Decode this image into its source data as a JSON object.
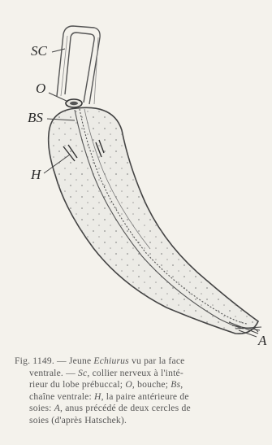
{
  "figure": {
    "labels": {
      "sc": "SC",
      "o": "O",
      "bs": "BS",
      "h": "H",
      "a": "A"
    }
  },
  "caption": {
    "line1": {
      "pre": "Fig. 1149. — Jeune ",
      "genus": "Echiurus",
      "post": " vu par la face"
    },
    "line2": {
      "pre": "ventrale. — ",
      "abbr": "Sc",
      "post": ", collier nerveux à l'inté-"
    },
    "line3": {
      "pre": "rieur du lobe prébuccal; ",
      "abbr": "O",
      "post": ", bouche; ",
      "abbr2": "Bs",
      "post2": ","
    },
    "line4": {
      "pre": "chaîne ventrale: ",
      "abbr": "H",
      "post": ", la paire antérieure de"
    },
    "line5": {
      "pre": "soies: ",
      "abbr": "A",
      "post": ", anus précédé de deux cercles de"
    },
    "line6": {
      "text": "soies (d'après Hatschek)."
    }
  }
}
